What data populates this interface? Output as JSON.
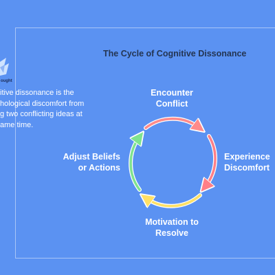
{
  "logo": {
    "text": "ought"
  },
  "title": "The Cycle of Cognitive Dissonance",
  "description": {
    "lines": [
      "itive dissonance is the",
      "hological discomfort from",
      "g two conflicting ideas at",
      "ame time."
    ]
  },
  "stages": [
    {
      "lines": [
        "Encounter",
        "Conflict"
      ],
      "color": "#ff8a8a"
    },
    {
      "lines": [
        "Experience",
        "Discomfort"
      ],
      "color": "#ff7f88"
    },
    {
      "lines": [
        "Motivation to",
        "Resolve"
      ],
      "color": "#ffe066"
    },
    {
      "lines": [
        "Adjust Beliefs",
        "or Actions"
      ],
      "color": "#7fe38f"
    }
  ]
}
